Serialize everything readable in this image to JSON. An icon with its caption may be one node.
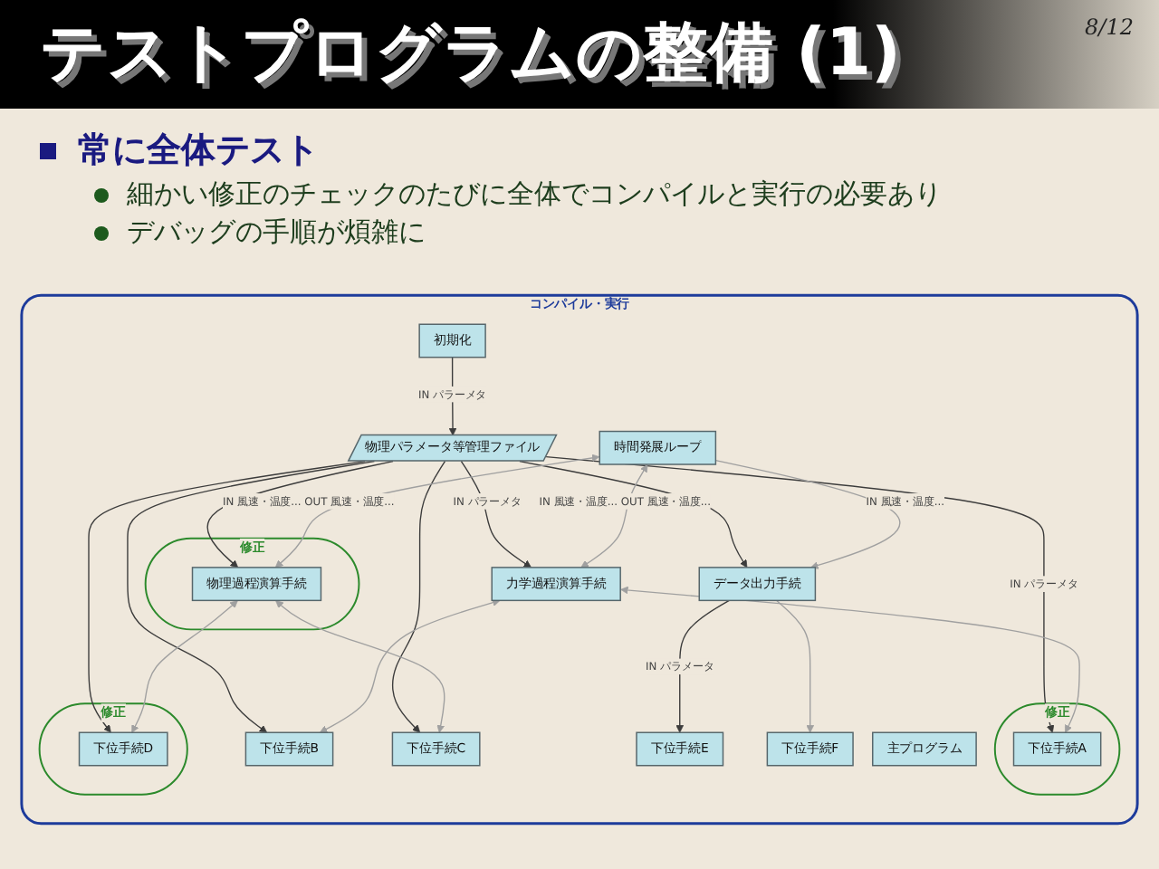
{
  "diagram": {
    "title": "テストプログラムの整備 (1)",
    "nodes": [
      {
        "text": [
          "コンパイル・実行"
        ]
      },
      {
        "text": [
          "主プログラム"
        ],
        "in": 0
      },
      {
        "text": [
          "初期化"
        ],
        "in": 0
      },
      {
        "text": [
          "時間発展ループ"
        ],
        "in": 0
      },
      {
        "text": [
          "物理パラメータ等管理ファイル"
        ],
        "in": 0
      },
      {
        "text": [
          "力学過程演算手続"
        ],
        "in": 0
      },
      {
        "text": [
          "修正"
        ],
        "in": 0
      },
      {
        "text": [
          "物理過程演算手続"
        ],
        "in": 6
      },
      {
        "text": [
          "データ出力手続"
        ],
        "in": 0
      },
      {
        "text": [
          "修正"
        ],
        "in": 0
      },
      {
        "text": [
          "下位手続A"
        ],
        "in": 9
      },
      {
        "text": [
          "下位手続B"
        ],
        "in": 0
      },
      {
        "text": [
          "下位手続C"
        ],
        "in": 0
      },
      {
        "text": [
          "修正"
        ],
        "in": 0
      },
      {
        "text": [
          "下位手続D"
        ],
        "in": 13
      },
      {
        "text": [
          "下位手続E"
        ],
        "in": 0
      },
      {
        "text": [
          "下位手続F"
        ],
        "in": 0
      }
    ],
    "edges": [
      {
        "from": 2,
        "to": 4,
        "arrow": "to",
        "label": "IN パラーメタ"
      },
      {
        "from": 4,
        "to": 5,
        "arrow": "to",
        "label": "IN パラーメタ"
      },
      {
        "from": 4,
        "to": 7,
        "arrow": "to"
      },
      {
        "from": 4,
        "to": 8,
        "arrow": "to"
      },
      {
        "from": 4,
        "to": 10,
        "arrow": "to",
        "label": "IN パラーメタ"
      },
      {
        "from": 4,
        "to": 11,
        "arrow": "to"
      },
      {
        "from": 4,
        "to": 12,
        "arrow": "to"
      },
      {
        "from": 4,
        "to": 14,
        "arrow": "to"
      },
      {
        "from": 3,
        "to": 5,
        "arrow": "both",
        "label": "IN 風速・温度... OUT 風速・温度...",
        "color": "#a0a0a0"
      },
      {
        "from": 3,
        "to": 7,
        "arrow": "both",
        "label": "IN 風速・温度... OUT 風速・温度...",
        "color": "#a0a0a0"
      },
      {
        "from": 3,
        "to": 8,
        "arrow": "to",
        "label": "IN 風速・温度...",
        "color": "#a0a0a0"
      },
      {
        "from": 5,
        "to": 10,
        "arrow": "both",
        "color": "#a0a0a0"
      },
      {
        "from": 5,
        "to": 11,
        "arrow": "both",
        "color": "#a0a0a0"
      },
      {
        "from": 7,
        "to": 12,
        "arrow": "both",
        "color": "#a0a0a0"
      },
      {
        "from": 7,
        "to": 14,
        "arrow": "both",
        "color": "#a0a0a0"
      },
      {
        "from": 8,
        "to": 15,
        "arrow": "to",
        "label": "IN パラメータ"
      },
      {
        "from": 8,
        "to": 16,
        "arrow": "to",
        "color": "#a0a0a0"
      }
    ],
    "labels": [
      "8/12",
      "常に全体テスト",
      "細かい修正のチェックのたびに全体でコンパイルと実行の必要あり",
      "デバッグの手順が煩雑に"
    ]
  }
}
